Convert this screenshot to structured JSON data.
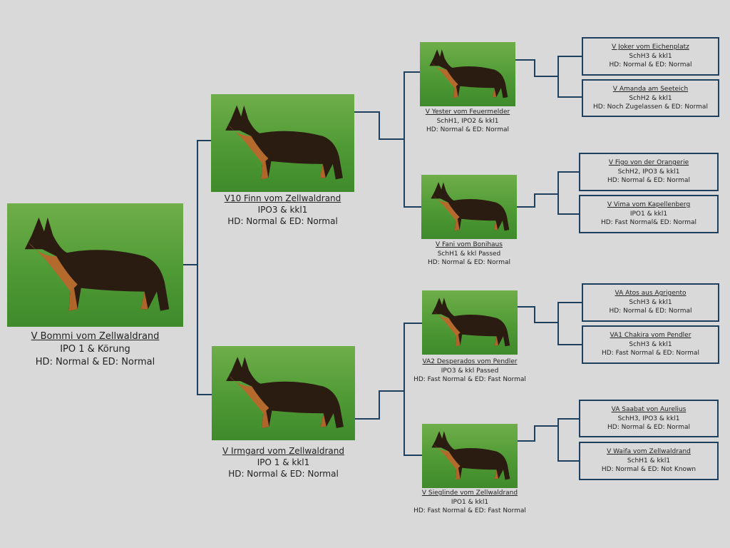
{
  "colors": {
    "line": "#1f3f5f",
    "background": "#d9d9d9",
    "grass": "#4f9a35"
  },
  "subject": {
    "name": "V Bommi vom Zellwaldrand",
    "title": "IPO 1 & Körung",
    "health": "HD: Normal & ED: Normal"
  },
  "sire": {
    "name": "V10 Finn vom Zellwaldrand",
    "title": "IPO3 & kkl1",
    "health": "HD: Normal & ED: Normal"
  },
  "dam": {
    "name": "V Irmgard vom Zellwaldrand",
    "title": "IPO 1 & kkl1",
    "health": "HD: Normal & ED: Normal"
  },
  "gen3": [
    {
      "name": "V Yester vom Feuermelder",
      "title": "SchH1, IPO2 & kkl1",
      "health": "HD: Normal & ED: Normal"
    },
    {
      "name": "V Fani vom Bonihaus",
      "title": "SchH1 & kkl Passed",
      "health": "HD: Normal & ED: Normal"
    },
    {
      "name": "VA2 Desperados vom Pendler",
      "title": "IPO3 & kkl Passed",
      "health": "HD: Fast Normal & ED: Fast Normal"
    },
    {
      "name": "V Sieglinde vom Zellwaldrand",
      "title": "IPO1 & kkl1",
      "health": "HD: Fast Normal & ED: Fast Normal"
    }
  ],
  "gen4": [
    {
      "name": "V Joker vom Eichenplatz",
      "title": "SchH3 & kkl1",
      "health": "HD: Normal & ED: Normal"
    },
    {
      "name": "V Amanda am Seeteich",
      "title": "SchH2 & kkl1",
      "health": "HD: Noch Zugelassen & ED: Normal"
    },
    {
      "name": "V Figo von der Orangerie",
      "title": "SchH2, IPO3 & kkl1",
      "health": "HD: Normal & ED: Normal"
    },
    {
      "name": "V Vima vom Kapellenberg",
      "title": "IPO1 & kkl1",
      "health": "HD: Fast Normal& ED: Normal"
    },
    {
      "name": "VA Atos aus Agrigento",
      "title": "SchH3 & kkl1",
      "health": "HD: Normal & ED: Normal"
    },
    {
      "name": "VA1 Chakira vom Pendler",
      "title": "SchH3 & kkl1",
      "health": "HD: Fast Normal & ED: Normal"
    },
    {
      "name": "VA Saabat von Aurelius",
      "title": "SchH3, IPO3 & kkl1",
      "health": "HD: Normal & ED: Normal"
    },
    {
      "name": "V Waifa vom Zellwaldrand",
      "title": "SchH1 & kkl1",
      "health": "HD: Normal & ED: Not Known"
    }
  ]
}
